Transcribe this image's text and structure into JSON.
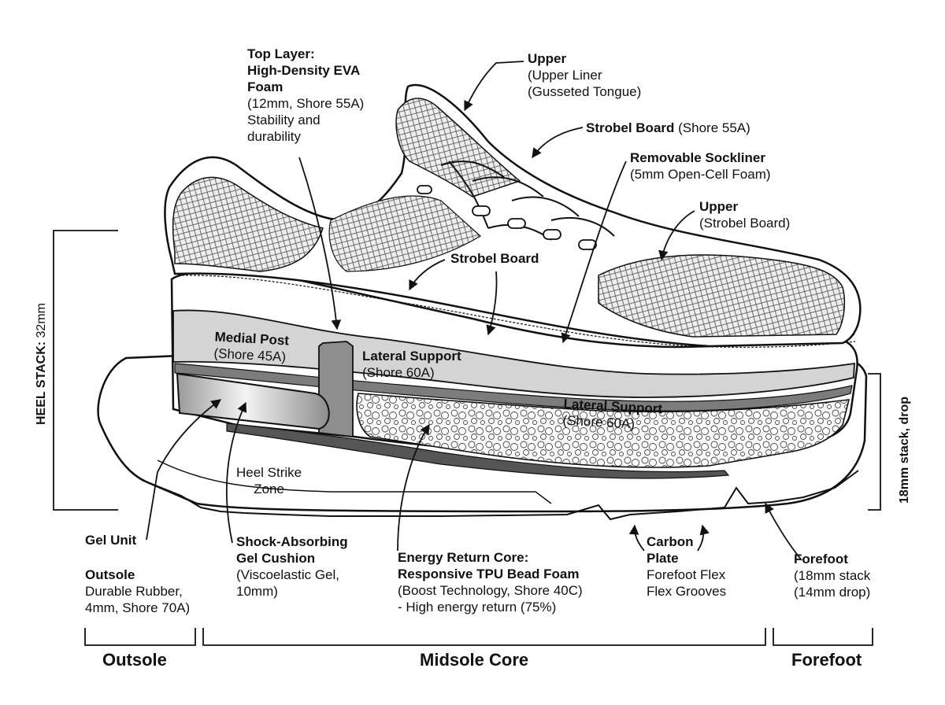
{
  "labels": {
    "top_layer": {
      "title": [
        "Top Layer:",
        "High-Density EVA",
        "Foam"
      ],
      "detail": [
        "(12mm, Shore 55A)",
        "Stability and",
        "durability"
      ]
    },
    "upper_top": {
      "title": "Upper",
      "detail": [
        "(Upper Liner",
        "(Gusseted Tongue)"
      ]
    },
    "strobel_board_top": {
      "title": "Strobel Board",
      "detail": "(Shore 55A)"
    },
    "removable_sockliner": {
      "title": "Removable Sockliner",
      "detail": "(5mm Open-Cell Foam)"
    },
    "upper_right": {
      "title": "Upper",
      "detail": "(Strobel Board)"
    },
    "strobel_board_mid": {
      "title": "Strobel Board"
    },
    "medial_post": {
      "title": "Medial Post",
      "detail": "(Shore 45A)"
    },
    "lateral_support_1": {
      "title": "Lateral Support",
      "detail": "(Shore 60A)"
    },
    "lateral_support_2": {
      "title": "Lateral Support",
      "detail": "(Shore 60A)"
    },
    "heel_strike": {
      "lines": [
        "Heel Strike",
        "Zone"
      ]
    },
    "gel_unit": {
      "title": "Gel Unit"
    },
    "outsole": {
      "title": "Outsole",
      "detail": [
        "Durable Rubber,",
        "4mm, Shore 70A)"
      ]
    },
    "shock_absorbing": {
      "title": [
        "Shock-Absorbing",
        "Gel Cushion"
      ],
      "detail": [
        "(Viscoelastic Gel,",
        "10mm)"
      ]
    },
    "energy_return": {
      "title": [
        "Energy Return Core:",
        "Responsive TPU Bead Foam"
      ],
      "detail": [
        "(Boost Technology, Shore 40C)",
        "- High energy return (75%)"
      ]
    },
    "carbon_plate": {
      "title": [
        "Carbon",
        "Plate"
      ],
      "detail": [
        "Forefoot Flex",
        "Flex Grooves"
      ]
    },
    "forefoot": {
      "title": "Forefoot",
      "detail": [
        "(18mm stack",
        "(14mm drop)"
      ]
    },
    "heel_stack": {
      "bold": "HEEL STACK:",
      "value": "32mm"
    },
    "forefoot_stack": "18mm stack, drop"
  },
  "sections": {
    "outsole": "Outsole",
    "midsole": "Midsole Core",
    "forefoot": "Forefoot"
  },
  "colors": {
    "line": "#111111",
    "gray_layer": "#d4d4d4",
    "dark_layer": "#8a8a8a",
    "foam": "#f2f2f2",
    "paper": "#ffffff"
  }
}
